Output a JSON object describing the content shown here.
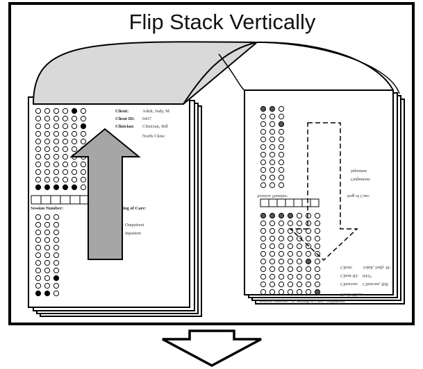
{
  "title": "Flip Stack Vertically",
  "form": {
    "client_label": "Client:",
    "client_value": "Adult, Judy, M",
    "client_id_label": "Client ID:",
    "client_id_value": "0437",
    "clinician_label": "Clinician:",
    "clinician_value": "Clinician, Bill",
    "site_value": "North Clinic",
    "session_label": "Session Number:",
    "setting_label": "ting of Care:",
    "outpatient": "Outpatient",
    "inpatient": "Inpatient"
  },
  "colors": {
    "stroke": "#000000",
    "arrow_fill": "#a6a6a6",
    "flap_fill": "#d9d9d9",
    "dot_fill": "#000000",
    "dot_gray": "#555555"
  },
  "icons": {
    "up_arrow": "up-arrow-icon",
    "down_arrow": "down-arrow-icon",
    "dashed_arrow": "dashed-down-arrow-icon"
  }
}
